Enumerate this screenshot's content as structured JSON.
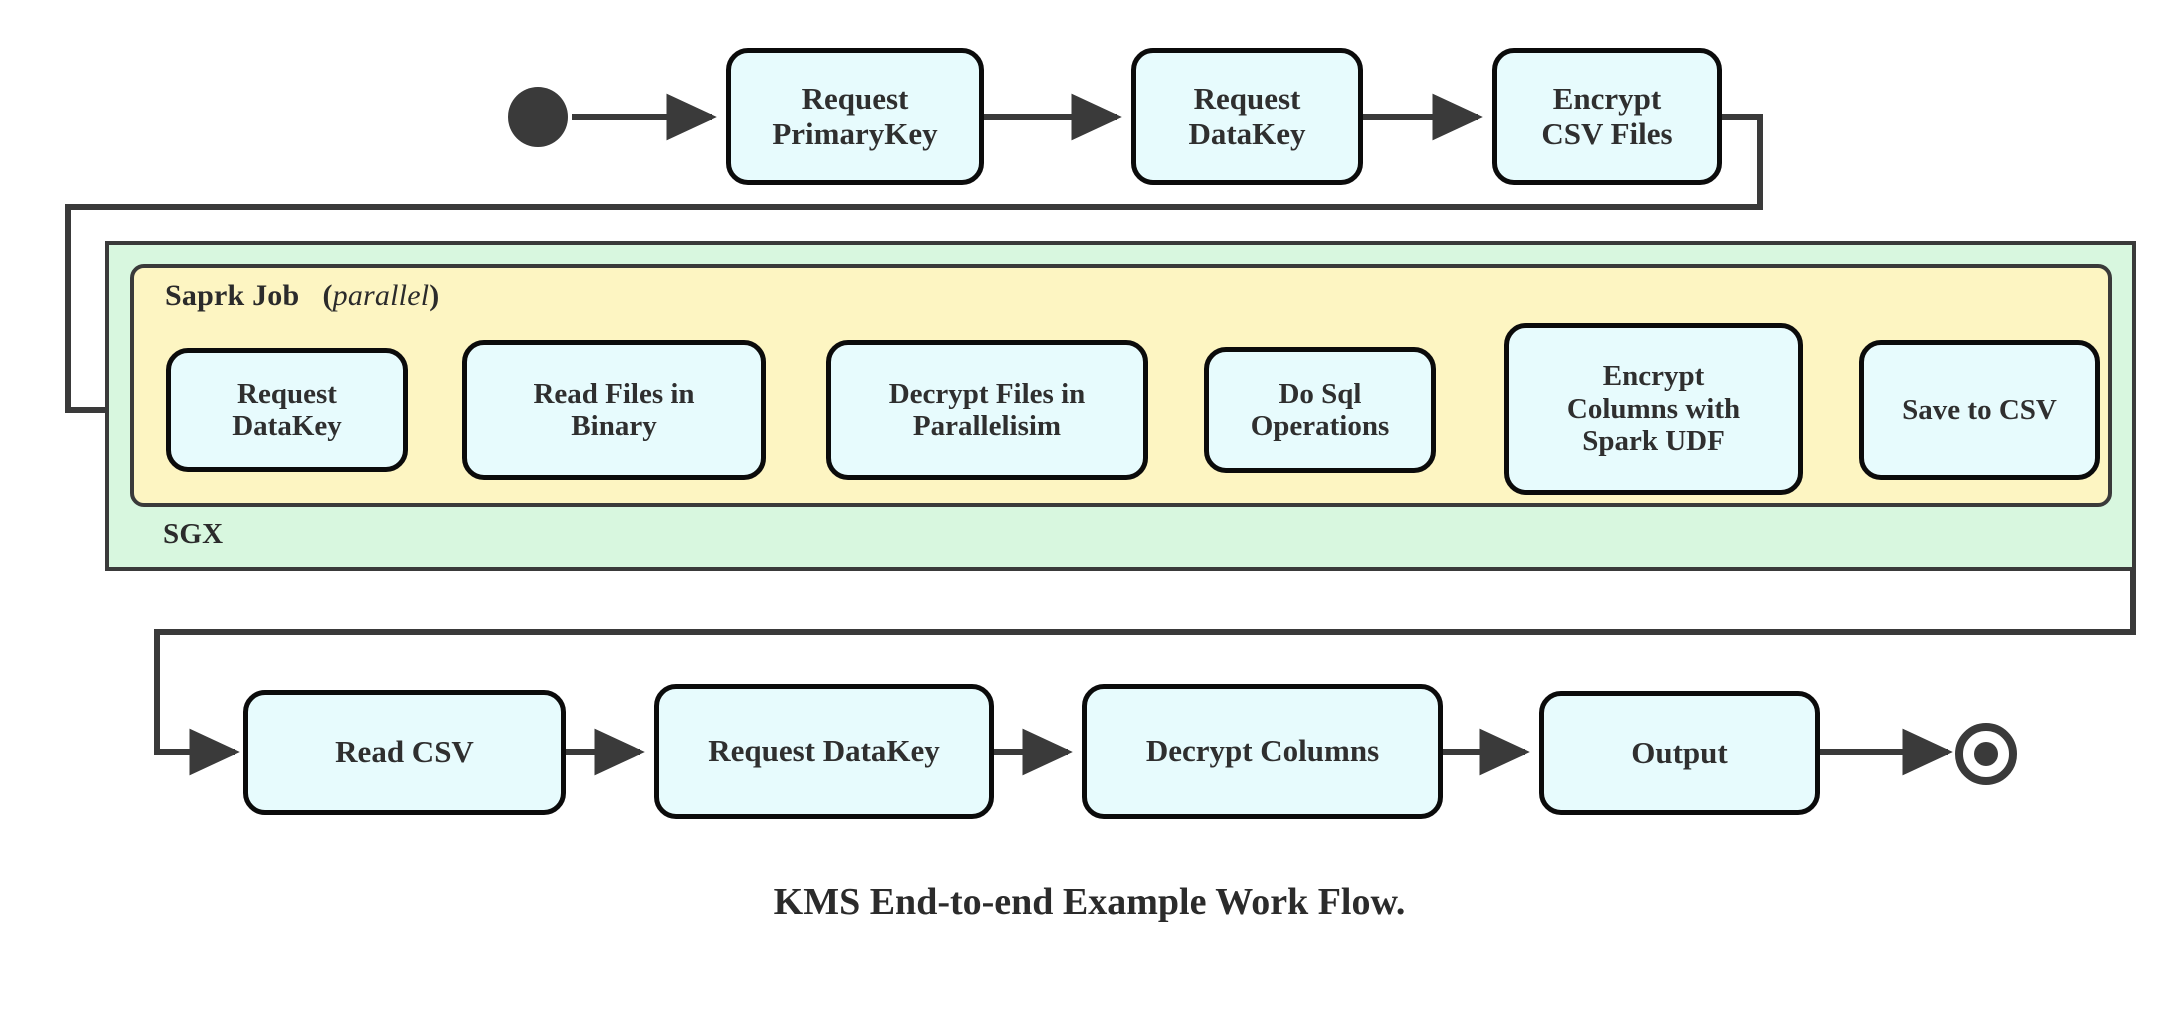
{
  "diagram": {
    "caption": "KMS End-to-end Example Work Flow.",
    "colors": {
      "node_fill": "#e7fbfd",
      "node_stroke": "#0b0b0b",
      "sgx_fill": "#d8f7df",
      "spark_fill": "#fdf5c2",
      "container_stroke": "#3a3a3a",
      "text": "#2f2f2f",
      "wire": "#3a3a3a"
    },
    "markers": {
      "start_label": "start-node",
      "end_label": "end-node"
    },
    "containers": {
      "sgx": {
        "label": "SGX"
      },
      "spark": {
        "label_bold": "Saprk Job",
        "label_italic": "parallel"
      }
    },
    "rows": {
      "top": [
        {
          "id": "request-primarykey",
          "line1": "Request",
          "line2": "PrimaryKey"
        },
        {
          "id": "request-datakey-top",
          "line1": "Request",
          "line2": "DataKey"
        },
        {
          "id": "encrypt-csv-files",
          "line1": "Encrypt",
          "line2": "CSV Files"
        }
      ],
      "middle": [
        {
          "id": "request-datakey-spark",
          "line1": "Request",
          "line2": "DataKey"
        },
        {
          "id": "read-files-in-binary",
          "line1": "Read Files in",
          "line2": "Binary"
        },
        {
          "id": "decrypt-files-in-parallelisim",
          "line1": "Decrypt Files in",
          "line2": "Parallelisim"
        },
        {
          "id": "do-sql-operations",
          "line1": "Do Sql",
          "line2": "Operations"
        },
        {
          "id": "encrypt-columns-spark-udf",
          "line1": "Encrypt",
          "line2": "Columns with",
          "line3": "Spark UDF"
        },
        {
          "id": "save-to-csv",
          "line1": "Save to CSV"
        }
      ],
      "bottom": [
        {
          "id": "read-csv",
          "line1": "Read CSV"
        },
        {
          "id": "request-datakey-bottom",
          "line1": "Request DataKey"
        },
        {
          "id": "decrypt-columns",
          "line1": "Decrypt Columns"
        },
        {
          "id": "output",
          "line1": "Output"
        }
      ]
    }
  }
}
